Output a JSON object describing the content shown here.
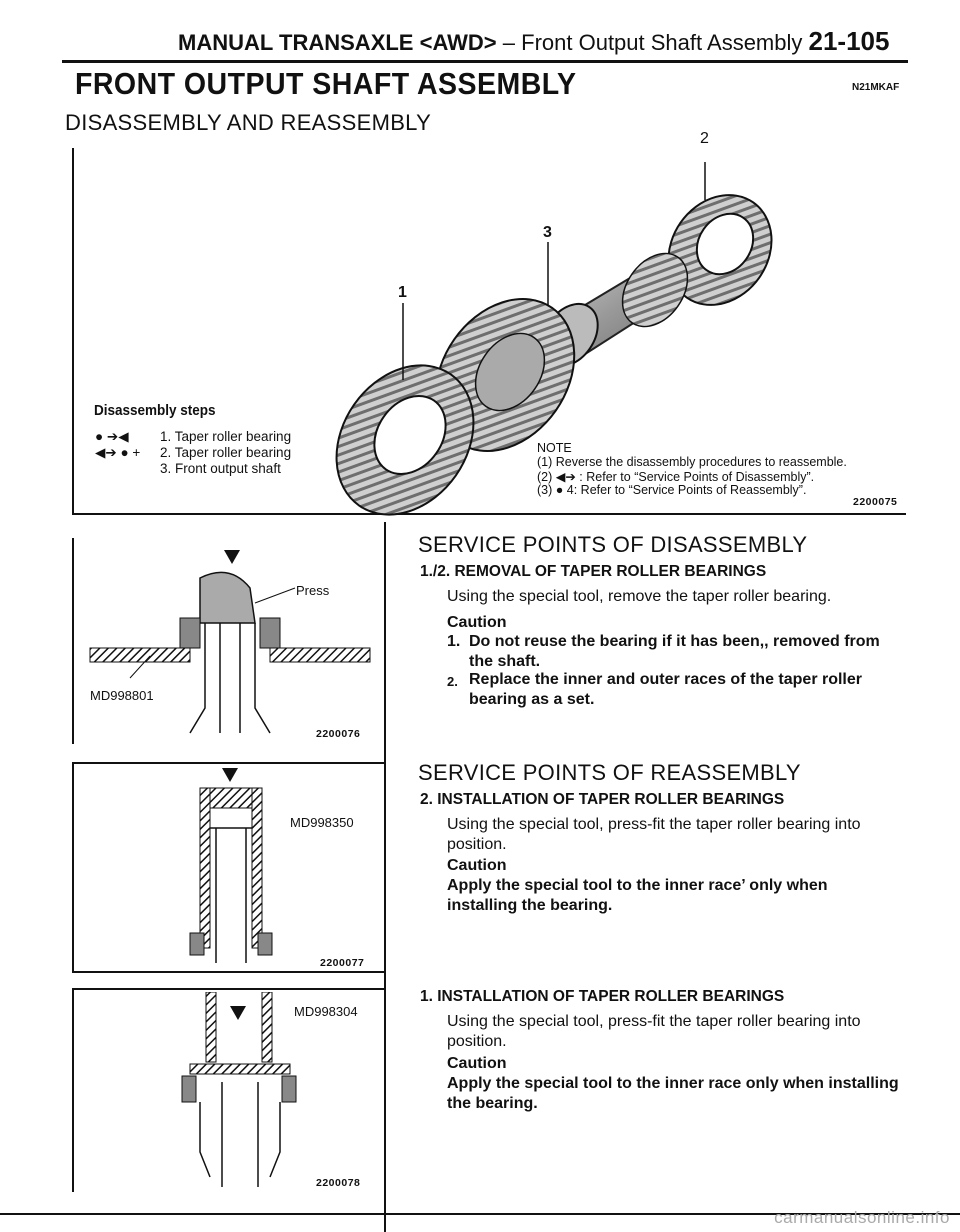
{
  "header": {
    "prefix": "MANUAL TRANSAXLE",
    "variant": "<AWD>",
    "dash": "–",
    "section": "Front Output Shaft Assembly",
    "page": "21-105"
  },
  "title": "FRONT OUTPUT SHAFT ASSEMBLY",
  "doc_code": "N21MKAF",
  "subtitle": "DISASSEMBLY AND REASSEMBLY",
  "main_figure": {
    "callouts": [
      "1",
      "2",
      "3"
    ],
    "steps_heading": "Disassembly steps",
    "steps": [
      {
        "marks": "●  ➔◀",
        "text": "1.  Taper roller bearing"
      },
      {
        "marks": "◀➔  ●  +",
        "text": "2.  Taper roller bearing"
      },
      {
        "marks": "",
        "text": "3.  Front output shaft"
      }
    ],
    "note_heading": "NOTE",
    "notes": [
      "(1)  Reverse the disassembly procedures to reassemble.",
      "(2)  ◀➔ : Refer to “Service Points of Disassembly”.",
      "(3)  ●  4: Refer to “Service Points of Reassembly”."
    ],
    "figure_number": "2200075"
  },
  "small_figures": [
    {
      "label": "Press",
      "label2": "MD998801",
      "number": "2200076"
    },
    {
      "label": "MD998350",
      "number": "2200077"
    },
    {
      "label": "MD998304",
      "number": "2200078"
    }
  ],
  "disassembly_section": {
    "heading": "SERVICE POINTS OF DISASSEMBLY",
    "subheading": "1./2. REMOVAL OF TAPER ROLLER BEARINGS",
    "body": "Using the special tool, remove the taper roller bearing.",
    "caution_label": "Caution",
    "caution_items": [
      {
        "num": "1.",
        "text": "Do not reuse the bearing if it has been,, removed from the shaft."
      },
      {
        "num": "2.",
        "text": "Replace the inner and outer races of the taper roller bearing as a set."
      }
    ]
  },
  "reassembly_section": {
    "heading": "SERVICE POINTS OF REASSEMBLY",
    "items": [
      {
        "subheading": "2. INSTALLATION OF TAPER ROLLER BEARINGS",
        "body": "Using the special tool, press-fit the taper roller bearing into position.",
        "caution_label": "Caution",
        "caution_text": "Apply the special tool to the inner race’ only when installing the bearing."
      },
      {
        "subheading": "1. INSTALLATION OF TAPER ROLLER BEARINGS",
        "body": "Using the special tool, press-fit the taper roller bearing into position.",
        "caution_label": "Caution",
        "caution_text": "Apply the special tool to the inner race only when installing the bearing."
      }
    ]
  },
  "watermark": "carmanualsonline.info"
}
